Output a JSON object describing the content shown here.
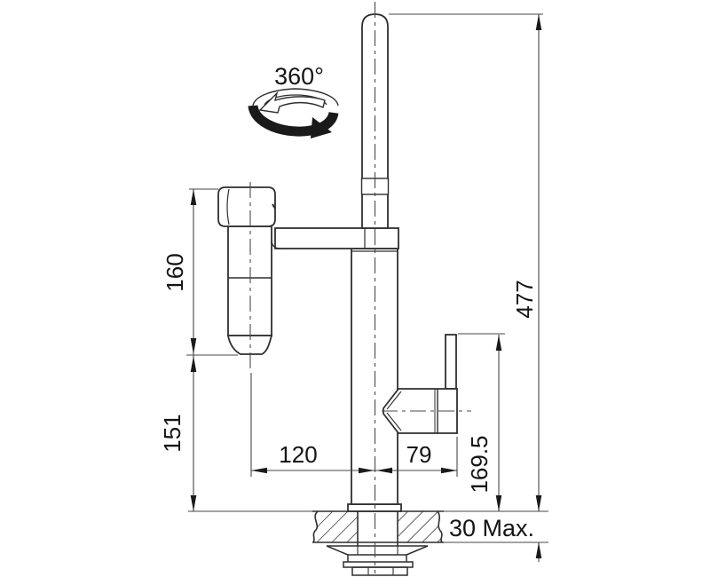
{
  "diagram": {
    "type": "technical-dimension-drawing",
    "subject": "kitchen faucet with filter unit, swivel spout, side handle and countertop mounting",
    "labels": {
      "rotation": "360°",
      "filter_height": "160",
      "spout_clearance": "151",
      "overall_height": "477",
      "handle_top_height": "169.5",
      "filter_center_offset": "120",
      "handle_offset": "79",
      "max_counter_thickness": "30 Max."
    },
    "colors": {
      "background": "#ffffff",
      "object_line": "#2f2f2f",
      "dimension_line": "#474747",
      "text": "#141414",
      "arrow_fill": "#1a1a1a"
    }
  }
}
